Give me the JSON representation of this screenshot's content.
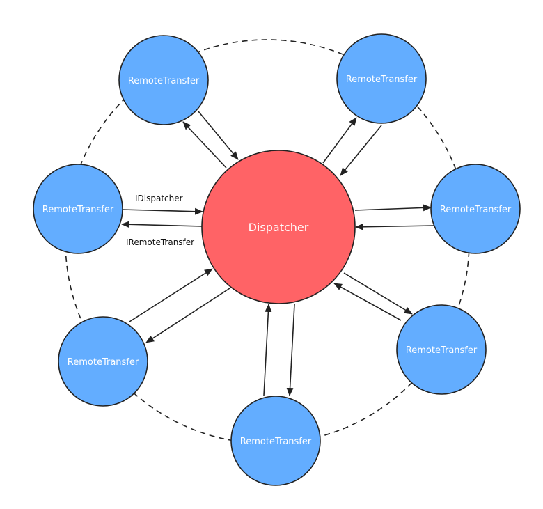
{
  "hub": {
    "label": "Dispatcher",
    "color": "#ff6366"
  },
  "node_color": "#63adff",
  "stroke_color": "#222222",
  "nodes": [
    {
      "id": "n-left",
      "label": "RemoteTransfer"
    },
    {
      "id": "n-top-left",
      "label": "RemoteTransfer"
    },
    {
      "id": "n-top-right",
      "label": "RemoteTransfer"
    },
    {
      "id": "n-right",
      "label": "RemoteTransfer"
    },
    {
      "id": "n-bottom-right",
      "label": "RemoteTransfer"
    },
    {
      "id": "n-bottom",
      "label": "RemoteTransfer"
    },
    {
      "id": "n-bottom-left",
      "label": "RemoteTransfer"
    }
  ],
  "edge_labels": {
    "to_hub": "IDispatcher",
    "to_node": "IRemoteTransfer"
  }
}
